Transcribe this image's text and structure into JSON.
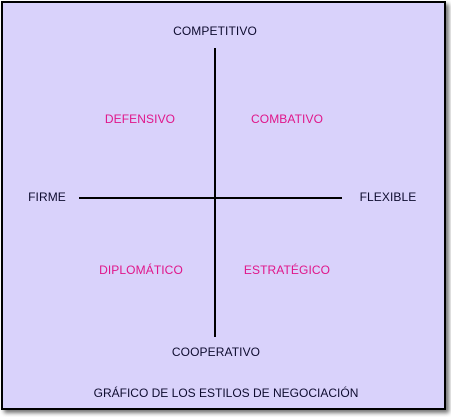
{
  "axes": {
    "top": "COMPETITIVO",
    "bottom": "COOPERATIVO",
    "left": "FIRME",
    "right": "FLEXIBLE"
  },
  "quadrants": {
    "top_left": "DEFENSIVO",
    "top_right": "COMBATIVO",
    "bottom_left": "DIPLOMÁTICO",
    "bottom_right": "ESTRATÉGICO"
  },
  "caption": "GRÁFICO DE LOS ESTILOS DE NEGOCIACIÓN",
  "colors": {
    "background": "#d9d2fb",
    "quadrant_text": "#e0168a",
    "axis_text": "#0d0b2e",
    "lines": "#000000"
  }
}
